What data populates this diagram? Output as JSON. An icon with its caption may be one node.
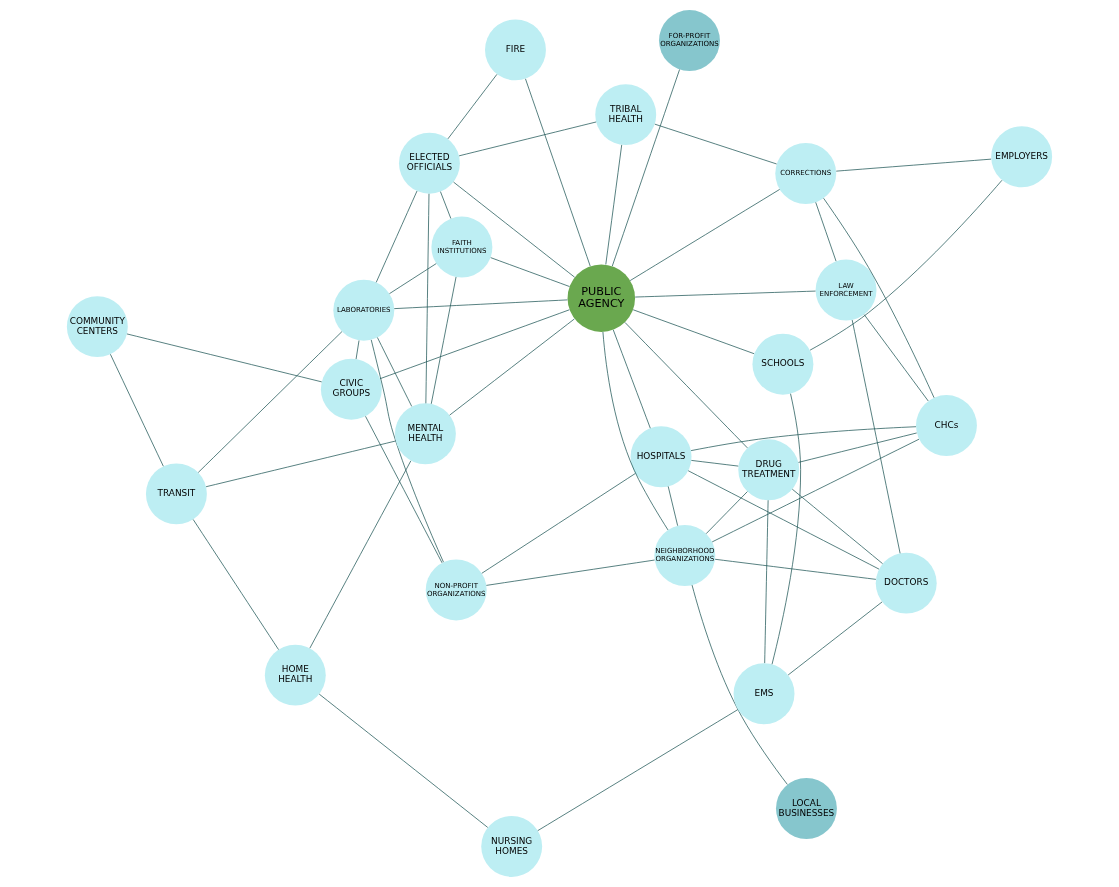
{
  "diagram": {
    "nodes": [
      {
        "text": [
          "LOCAL BUSINESSES"
        ]
      },
      {
        "text": [
          "FOR-PROFIT ORGANIZATIONS"
        ]
      },
      {
        "text": [
          "EMS"
        ]
      },
      {
        "text": [
          "SCHOOLS"
        ]
      },
      {
        "text": [
          "NURSING HOMES"
        ]
      },
      {
        "text": [
          "DOCTORS"
        ]
      },
      {
        "text": [
          "NON-PROFIT ORGANIZATIONS"
        ]
      },
      {
        "text": [
          "NEIGHBORHOOD ORGANIZATIONS"
        ]
      },
      {
        "text": [
          "COMMUNITY CENTERS"
        ]
      },
      {
        "text": [
          "HOSPITALS"
        ]
      },
      {
        "text": [
          "DRUG TREATMENT"
        ]
      },
      {
        "text": [
          "CIVIC GROUPS"
        ]
      },
      {
        "text": [
          "HOME HEALTH"
        ]
      },
      {
        "text": [
          "CHCs"
        ]
      },
      {
        "text": [
          "LAW ENFORCEMENT"
        ]
      },
      {
        "text": [
          "PUBLIC AGENCY"
        ]
      },
      {
        "text": [
          "LABORATORIES"
        ]
      },
      {
        "text": [
          "TRANSIT"
        ]
      },
      {
        "text": [
          "MENTAL HEALTH"
        ]
      },
      {
        "text": [
          "EMPLOYERS"
        ]
      },
      {
        "text": [
          "CORRECTIONS"
        ]
      },
      {
        "text": [
          "TRIBAL HEALTH"
        ]
      },
      {
        "text": [
          "FAITH INSTITUTIONS"
        ]
      },
      {
        "text": [
          "FIRE"
        ]
      },
      {
        "text": [
          "ELECTED OFFICIALS"
        ]
      }
    ],
    "edges": [
      {
        "from": 2,
        "to": 4,
        "arrow": "none"
      },
      {
        "from": 2,
        "to": 3,
        "arrow": "none"
      },
      {
        "from": 2,
        "to": 5,
        "arrow": "none"
      },
      {
        "from": 2,
        "to": 10,
        "arrow": "none"
      },
      {
        "from": 3,
        "to": 19,
        "arrow": "none"
      },
      {
        "from": 3,
        "to": 15,
        "arrow": "none"
      },
      {
        "from": 5,
        "to": 7,
        "arrow": "none"
      },
      {
        "from": 5,
        "to": 10,
        "arrow": "none"
      },
      {
        "from": 5,
        "to": 14,
        "arrow": "none"
      },
      {
        "from": 5,
        "to": 9,
        "arrow": "none"
      },
      {
        "from": 9,
        "to": 6,
        "arrow": "none"
      },
      {
        "from": 9,
        "to": 7,
        "arrow": "none"
      },
      {
        "from": 9,
        "to": 10,
        "arrow": "none"
      },
      {
        "from": 9,
        "to": 15,
        "arrow": "none"
      },
      {
        "from": 9,
        "to": 13,
        "arrow": "none"
      },
      {
        "from": 0,
        "to": 7,
        "arrow": "none"
      },
      {
        "from": 1,
        "to": 15,
        "arrow": "none"
      },
      {
        "from": 7,
        "to": 6,
        "arrow": "none"
      },
      {
        "from": 7,
        "to": 15,
        "arrow": "none"
      },
      {
        "from": 10,
        "to": 7,
        "arrow": "none"
      },
      {
        "from": 10,
        "to": 15,
        "arrow": "none"
      },
      {
        "from": 13,
        "to": 10,
        "arrow": "none"
      },
      {
        "from": 13,
        "to": 7,
        "arrow": "none"
      },
      {
        "from": 13,
        "to": 14,
        "arrow": "none"
      },
      {
        "from": 13,
        "to": 20,
        "arrow": "none"
      },
      {
        "from": 6,
        "to": 11,
        "arrow": "none"
      },
      {
        "from": 6,
        "to": 16,
        "arrow": "none"
      },
      {
        "from": 4,
        "to": 12,
        "arrow": "none"
      },
      {
        "from": 8,
        "to": 11,
        "arrow": "none"
      },
      {
        "from": 8,
        "to": 17,
        "arrow": "none"
      },
      {
        "from": 11,
        "to": 15,
        "arrow": "none"
      },
      {
        "from": 14,
        "to": 15,
        "arrow": "none"
      },
      {
        "from": 15,
        "to": 16,
        "arrow": "none"
      },
      {
        "from": 15,
        "to": 18,
        "arrow": "none"
      },
      {
        "from": 15,
        "to": 22,
        "arrow": "none"
      },
      {
        "from": 15,
        "to": 21,
        "arrow": "none"
      },
      {
        "from": 15,
        "to": 20,
        "arrow": "none"
      },
      {
        "from": 15,
        "to": 24,
        "arrow": "none"
      },
      {
        "from": 15,
        "to": 23,
        "arrow": "none"
      },
      {
        "from": 12,
        "to": 17,
        "arrow": "none"
      },
      {
        "from": 12,
        "to": 18,
        "arrow": "none"
      },
      {
        "from": 16,
        "to": 11,
        "arrow": "none"
      },
      {
        "from": 16,
        "to": 17,
        "arrow": "none"
      },
      {
        "from": 16,
        "to": 18,
        "arrow": "none"
      },
      {
        "from": 16,
        "to": 24,
        "arrow": "none"
      },
      {
        "from": 16,
        "to": 22,
        "arrow": "none"
      },
      {
        "from": 17,
        "to": 18,
        "arrow": "none"
      },
      {
        "from": 18,
        "to": 22,
        "arrow": "none"
      },
      {
        "from": 18,
        "to": 24,
        "arrow": "none"
      },
      {
        "from": 22,
        "to": 24,
        "arrow": "none"
      },
      {
        "from": 24,
        "to": 23,
        "arrow": "none"
      },
      {
        "from": 21,
        "to": 24,
        "arrow": "none"
      },
      {
        "from": 20,
        "to": 19,
        "arrow": "none"
      },
      {
        "from": 20,
        "to": 21,
        "arrow": "none"
      },
      {
        "from": 20,
        "to": 14,
        "arrow": "none"
      }
    ]
  }
}
